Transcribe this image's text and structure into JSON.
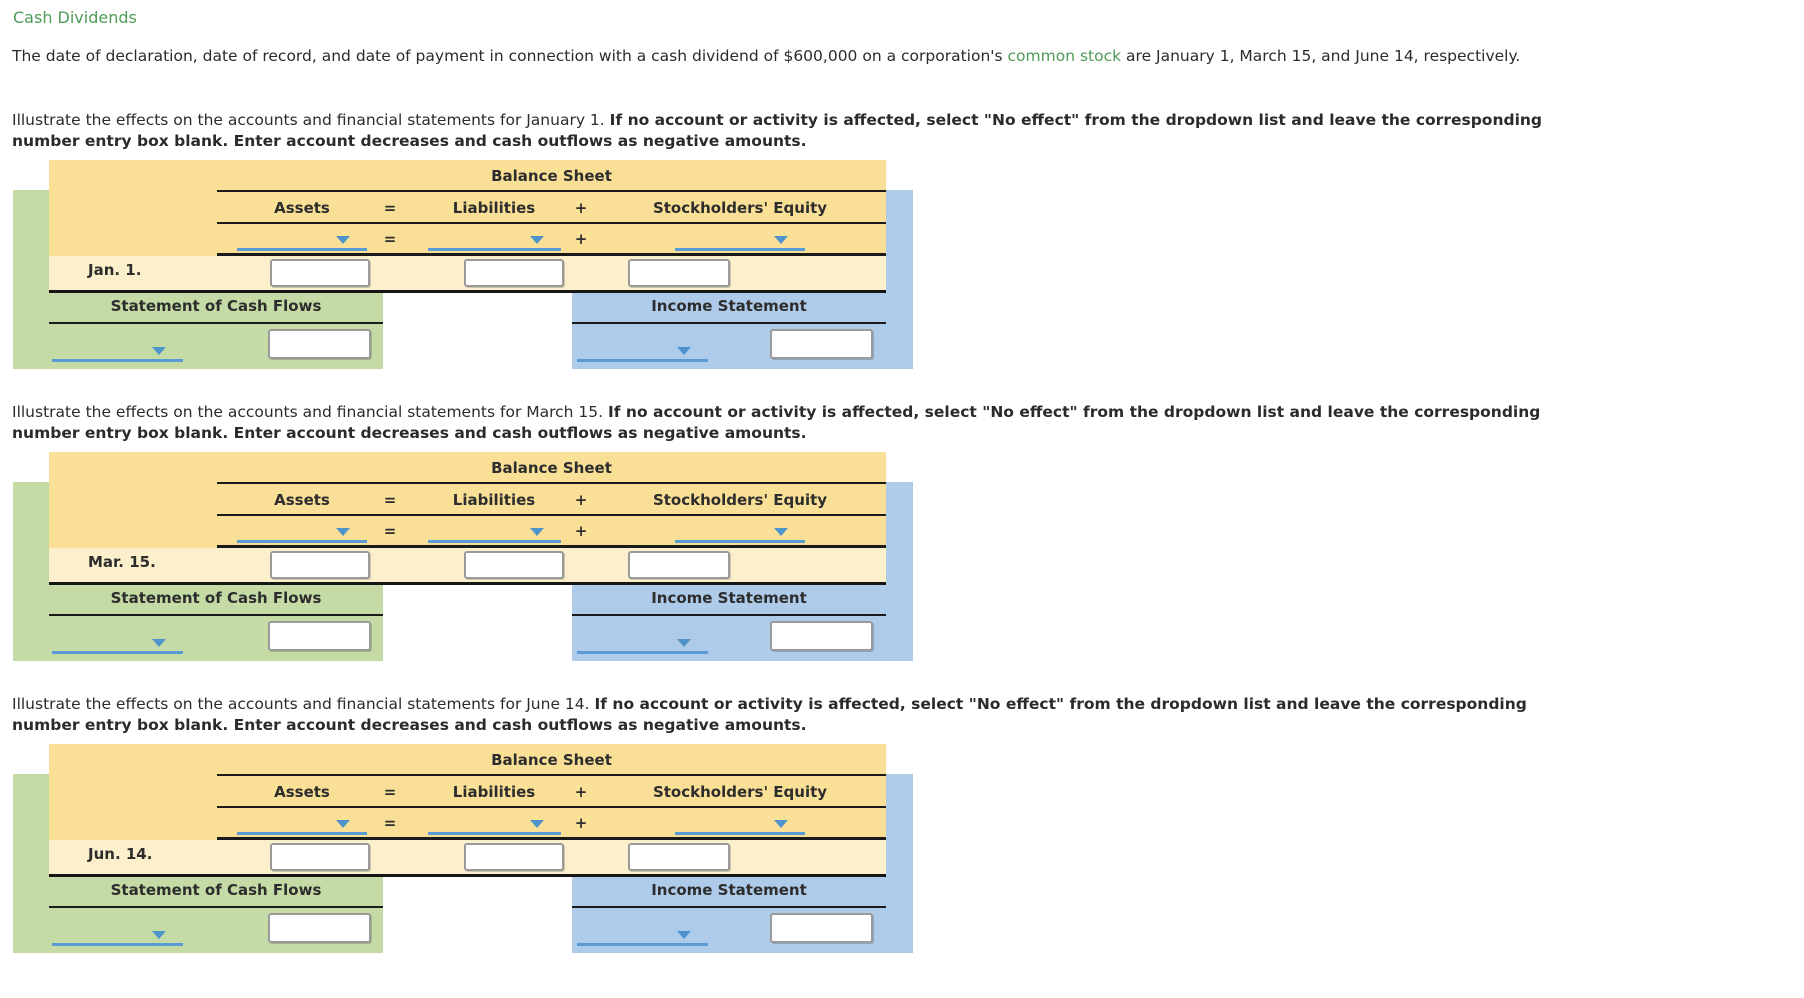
{
  "page": {
    "title": "Cash Dividends"
  },
  "intro": {
    "before_link": "The date of declaration, date of record, and date of payment in connection with a cash dividend of $600,000 on a corporation's ",
    "link_text": "common stock",
    "after_link": " are January 1, March 15, and June 14, respectively."
  },
  "table_labels": {
    "balance_sheet": "Balance Sheet",
    "assets": "Assets",
    "equals": "=",
    "liabilities": "Liabilities",
    "plus": "+",
    "stockholders_equity": "Stockholders' Equity",
    "statement_of_cash_flows": "Statement of Cash Flows",
    "income_statement": "Income Statement"
  },
  "sections": [
    {
      "date_label": "Jan. 1.",
      "instruction_normal": "Illustrate the effects on the accounts and financial statements for January 1. ",
      "instruction_bold_line1": "If no account or activity is affected, select \"No effect\" from the dropdown list and leave the corresponding",
      "instruction_bold_line2": "number entry box blank. Enter account decreases and cash outflows as negative amounts."
    },
    {
      "date_label": "Mar. 15.",
      "instruction_normal": "Illustrate the effects on the accounts and financial statements for March 15. ",
      "instruction_bold_line1": "If no account or activity is affected, select \"No effect\" from the dropdown list and leave the corresponding",
      "instruction_bold_line2": "number entry box blank. Enter account decreases and cash outflows as negative amounts."
    },
    {
      "date_label": "Jun. 14.",
      "instruction_normal": "Illustrate the effects on the accounts and financial statements for June 14. ",
      "instruction_bold_line1": "If no account or activity is affected, select \"No effect\" from the dropdown list and leave the corresponding",
      "instruction_bold_line2": "number entry box blank. Enter account decreases and cash outflows as negative amounts."
    }
  ],
  "dropdowns": {
    "selected_value": ""
  },
  "inputs": {
    "value": ""
  },
  "colors": {
    "title_green": "#4F9B58",
    "link_green": "#4F9B58",
    "balance_sheet_yellow": "#FAE096",
    "entry_row_cream": "#FCEFCB",
    "cash_flows_green": "#C5DBA6",
    "income_statement_blue": "#AECBE9",
    "dropdown_line_blue": "#5B9BD5",
    "dropdown_arrow_blue": "#4E94CB",
    "rule_black": "#1b1b1b"
  }
}
